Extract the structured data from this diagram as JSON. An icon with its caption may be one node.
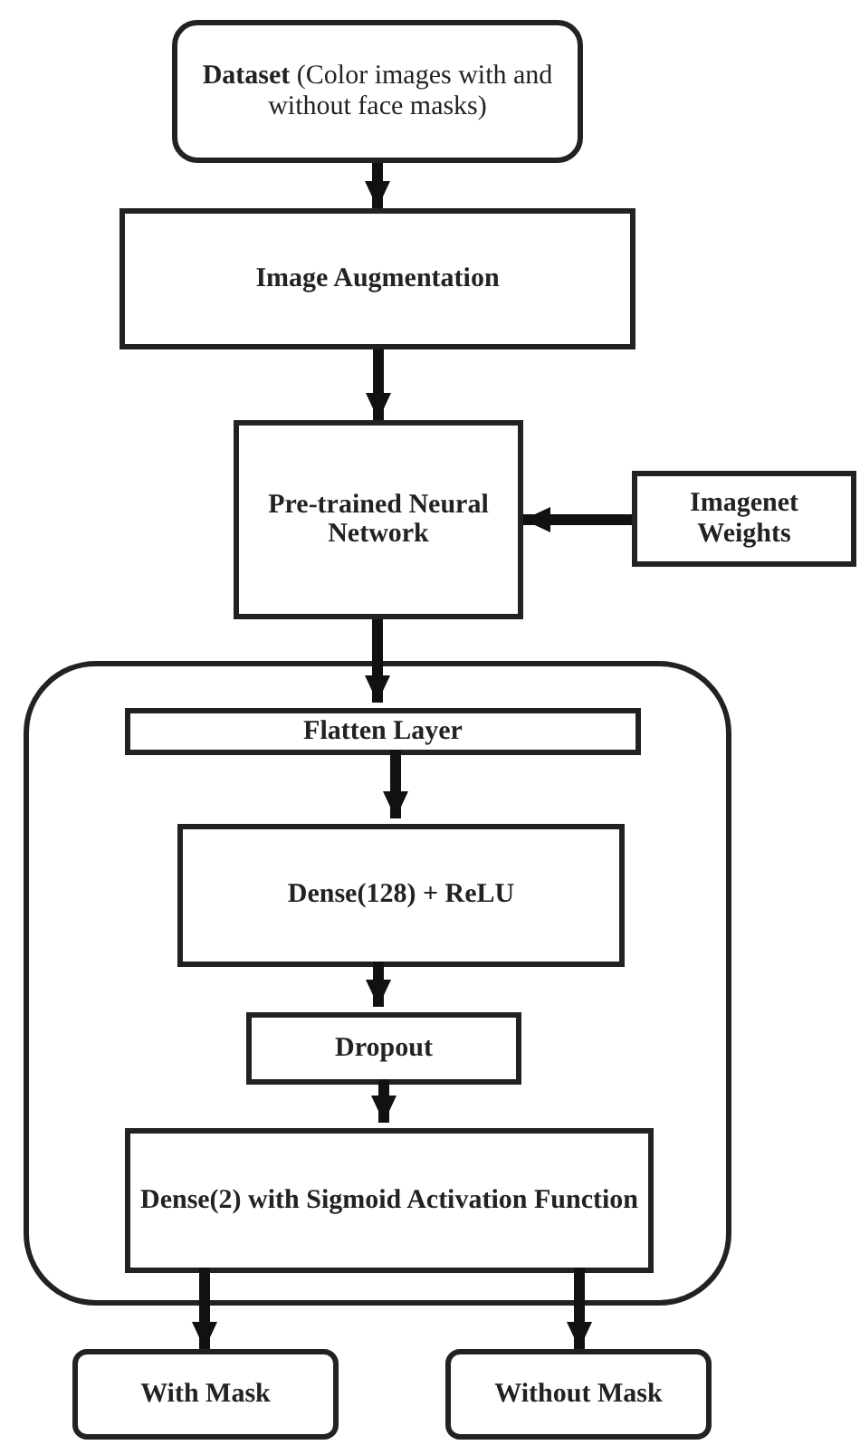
{
  "diagram": {
    "nodes": [
      {
        "text": [
          "**Dataset** (Color images with and without face masks)"
        ]
      },
      {
        "text": [
          "Image Augmentation"
        ]
      },
      {
        "text": [
          "Pre-trained Neural Network"
        ]
      },
      {
        "text": [
          "Imagenet Weights"
        ]
      },
      {
        "text": [],
        "shape": "box"
      },
      {
        "text": [
          "Flatten Layer"
        ],
        "in": 4
      },
      {
        "text": [
          "Dense(128) + ReLU"
        ],
        "in": 4
      },
      {
        "text": [
          "Dropout"
        ],
        "in": 4
      },
      {
        "text": [
          "Dense(2) with Sigmoid Activation Function"
        ],
        "in": 4
      },
      {
        "text": [
          "With Mask"
        ]
      },
      {
        "text": [
          "Without Mask"
        ]
      }
    ],
    "edges": [
      {
        "from": 0,
        "to": 1,
        "arrow": "to"
      },
      {
        "from": 1,
        "to": 2,
        "arrow": "to"
      },
      {
        "from": 3,
        "to": 2,
        "arrow": "to"
      },
      {
        "from": 2,
        "to": 5,
        "arrow": "to"
      },
      {
        "from": 5,
        "to": 6,
        "arrow": "to"
      },
      {
        "from": 6,
        "to": 7,
        "arrow": "to"
      },
      {
        "from": 7,
        "to": 8,
        "arrow": "to"
      },
      {
        "from": 8,
        "to": 9,
        "arrow": "to"
      },
      {
        "from": 8,
        "to": 10,
        "arrow": "to"
      }
    ]
  }
}
